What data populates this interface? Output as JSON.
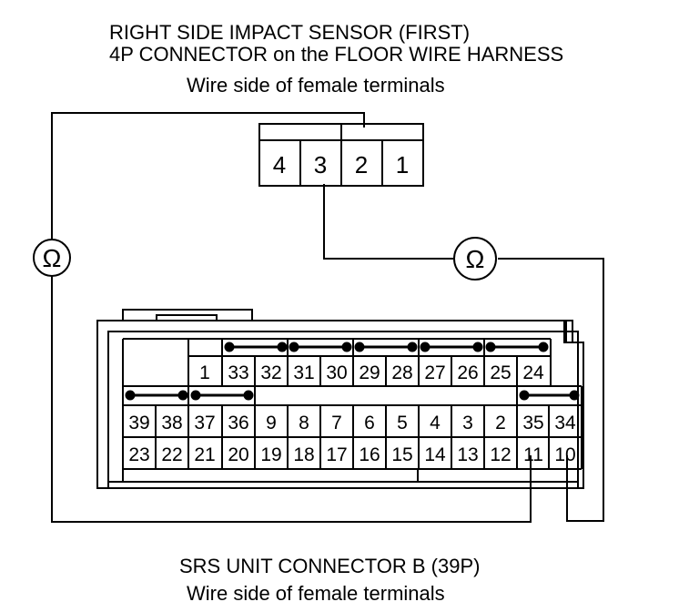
{
  "top_label": {
    "line1": "RIGHT SIDE IMPACT SENSOR (FIRST)",
    "line2": "4P CONNECTOR on the FLOOR WIRE HARNESS",
    "line3": "Wire side of female terminals"
  },
  "bottom_label": {
    "line1": "SRS UNIT CONNECTOR B (39P)",
    "line2": "Wire side of female terminals"
  },
  "ohm_symbol": "Ω",
  "sensor_pins": [
    "4",
    "3",
    "2",
    "1"
  ],
  "srs_row1": [
    "1",
    "33",
    "32",
    "31",
    "30",
    "29",
    "28",
    "27",
    "26",
    "25",
    "24"
  ],
  "srs_row2": [
    "39",
    "38",
    "37",
    "36",
    "9",
    "8",
    "7",
    "6",
    "5",
    "4",
    "3",
    "2",
    "35",
    "34"
  ],
  "srs_row3": [
    "23",
    "22",
    "21",
    "20",
    "19",
    "18",
    "17",
    "16",
    "15",
    "14",
    "13",
    "12",
    "11",
    "10"
  ]
}
